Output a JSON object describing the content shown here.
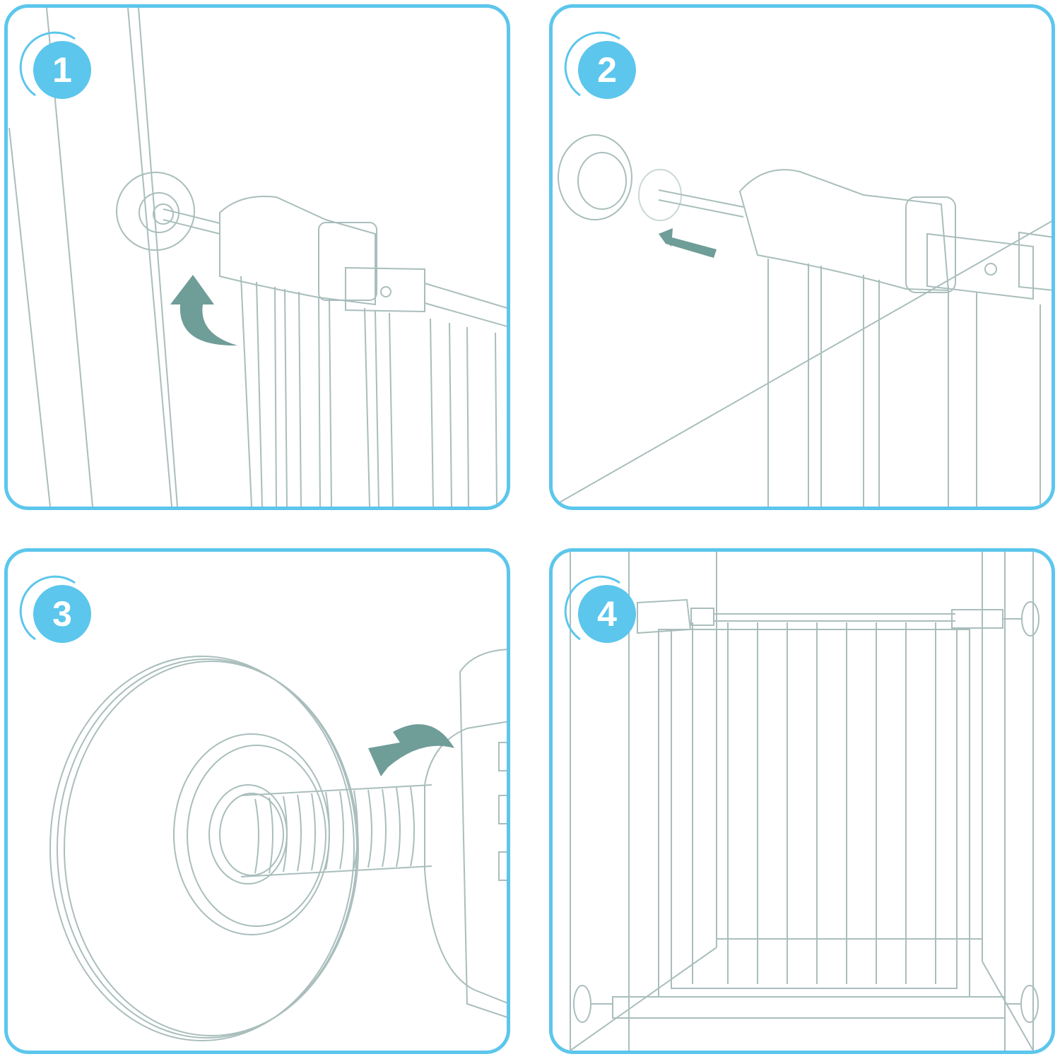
{
  "steps": [
    {
      "number": "1"
    },
    {
      "number": "2"
    },
    {
      "number": "3"
    },
    {
      "number": "4"
    }
  ],
  "colors": {
    "frame": "#5cc6ec",
    "badge": "#5cc6ec",
    "arrow": "#6f9d98",
    "line": "#a9bebc"
  },
  "icons": {
    "step1_arrow": "rotate-arrow-icon",
    "step2_arrow": "push-arrow-icon",
    "step3_arrow": "rotate-arrow-icon"
  }
}
